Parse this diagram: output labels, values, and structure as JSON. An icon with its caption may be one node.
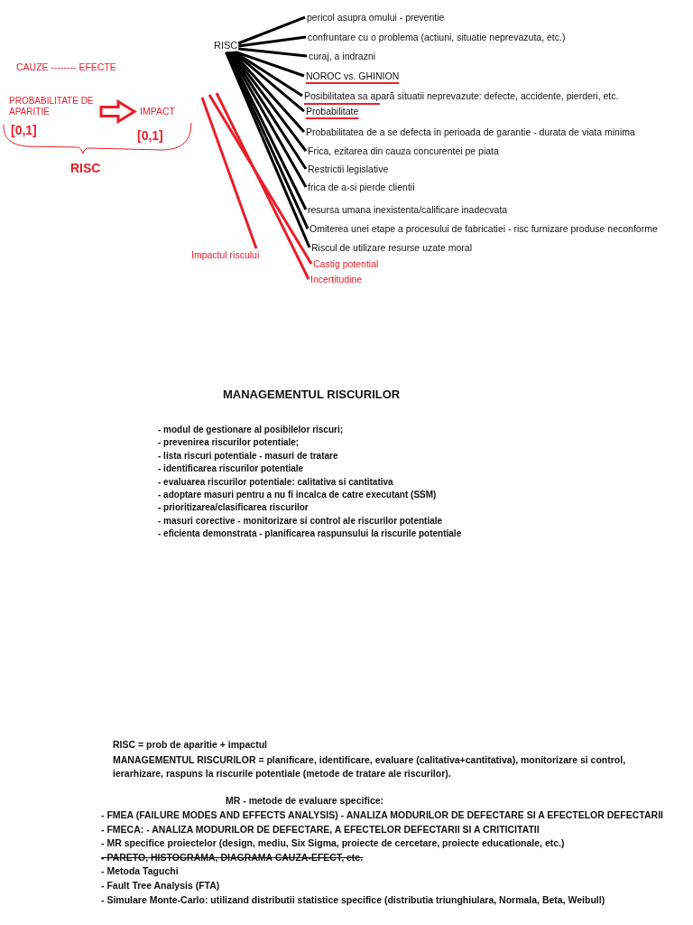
{
  "diagram": {
    "title": "MANAGEMENTUL RISCURILOR",
    "nodes": [
      {
        "text": [
          "RISC"
        ]
      },
      {
        "text": [
          "pericol asupra omului - preventie"
        ]
      },
      {
        "text": [
          "confruntare cu o problema (actiuni, situatie neprevazuta, etc.)"
        ]
      },
      {
        "text": [
          "curaj, a indrazni"
        ]
      },
      {
        "text": [
          "NOROC vs. GHINION"
        ]
      },
      {
        "text": [
          "Posibilitatea sa apară situatii neprevazute: defecte, accidente, pierderi, etc."
        ]
      },
      {
        "text": [
          "Probabilitate"
        ]
      },
      {
        "text": [
          "Probabilitatea de a se defecta in perioada de garantie - durata de viata minima"
        ]
      },
      {
        "text": [
          "Frica, ezitarea din cauza concurentei pe piata"
        ]
      },
      {
        "text": [
          "Restrictii legislative"
        ]
      },
      {
        "text": [
          "frica de a-si pierde clientii"
        ]
      },
      {
        "text": [
          "resursa umana inexistenta/calificare inadecvata"
        ]
      },
      {
        "text": [
          "Omiterea unei etape a procesului de fabricatiei - risc furnizare produse neconforme"
        ]
      },
      {
        "text": [
          "Riscul de utilizare resurse uzate moral"
        ]
      },
      {
        "text": [
          "Impactul riscului"
        ]
      },
      {
        "text": [
          "Castig potential"
        ]
      },
      {
        "text": [
          "Incertitudine"
        ]
      },
      {
        "text": [
          "PROBABILITATE DE APARITIE"
        ]
      },
      {
        "text": [
          "IMPACT"
        ]
      }
    ],
    "edges": [
      {
        "from": 0,
        "to": 1,
        "arrow": "none"
      },
      {
        "from": 0,
        "to": 2,
        "arrow": "none"
      },
      {
        "from": 0,
        "to": 3,
        "arrow": "none"
      },
      {
        "from": 0,
        "to": 4,
        "arrow": "none"
      },
      {
        "from": 0,
        "to": 5,
        "arrow": "none"
      },
      {
        "from": 0,
        "to": 6,
        "arrow": "none"
      },
      {
        "from": 0,
        "to": 7,
        "arrow": "none"
      },
      {
        "from": 0,
        "to": 8,
        "arrow": "none"
      },
      {
        "from": 0,
        "to": 9,
        "arrow": "none"
      },
      {
        "from": 0,
        "to": 10,
        "arrow": "none"
      },
      {
        "from": 0,
        "to": 11,
        "arrow": "none"
      },
      {
        "from": 0,
        "to": 12,
        "arrow": "none"
      },
      {
        "from": 0,
        "to": 13,
        "arrow": "none"
      },
      {
        "from": null,
        "to": 14,
        "arrow": "none",
        "color": "#e8202a"
      },
      {
        "from": null,
        "to": 15,
        "arrow": "none",
        "color": "#e8202a"
      },
      {
        "from": null,
        "to": 16,
        "arrow": "none",
        "color": "#e8202a"
      },
      {
        "from": 17,
        "to": 18,
        "arrow": "to",
        "style": "thick",
        "color": "#e8202a"
      }
    ],
    "labels": [
      "CAUZE -------- EFECTE",
      "[0,1]",
      "[0,1]",
      "RISC",
      "- modul de gestionare al posibilelor riscuri;",
      "- prevenirea riscurilor potentiale;",
      "- lista riscuri potentiale - masuri de tratare",
      "- identificarea riscurilor potentiale",
      "- evaluarea riscurilor potentiale: calitativa si cantitativa",
      "- adoptare masuri pentru a nu fi incalca de catre executant (SSM)",
      "- prioritizarea/clasificarea riscurilor",
      "- masuri corective - monitorizare si control ale riscurilor potentiale",
      "- eficienta demonstrata - planificarea raspunsului la riscurile potentiale",
      "RISC = prob de aparitie + impactul",
      "MANAGEMENTUL RISCURILOR = planificare, identificare, evaluare (calitativa+cantitativa), monitorizare si control, ierarhizare, raspuns la riscurile potentiale (metode de tratare ale riscurilor).",
      "MR - metode de evaluare specifice:",
      "- FMEA (FAILURE MODES AND EFFECTS ANALYSIS) - ANALIZA MODURILOR DE DEFECTARE SI A EFECTELOR DEFECTARII",
      "- FMECA: - ANALIZA MODURILOR DE DEFECTARE, A EFECTELOR DEFECTARII SI A CRITICITATII",
      "- MR specifice proiectelor (design, mediu, Six Sigma, proiecte de cercetare, proiecte educationale, etc.)",
      "- PARETO, HISTOGRAMA, DIAGRAMA CAUZA-EFECT, etc.",
      "- Metoda Taguchi",
      "- Fault Tree Analysis (FTA)",
      "- Simulare Monte-Carlo: utilizand distributii statistice specifice (distributia triunghiulara, Normala, Beta, Weibull)"
    ]
  }
}
